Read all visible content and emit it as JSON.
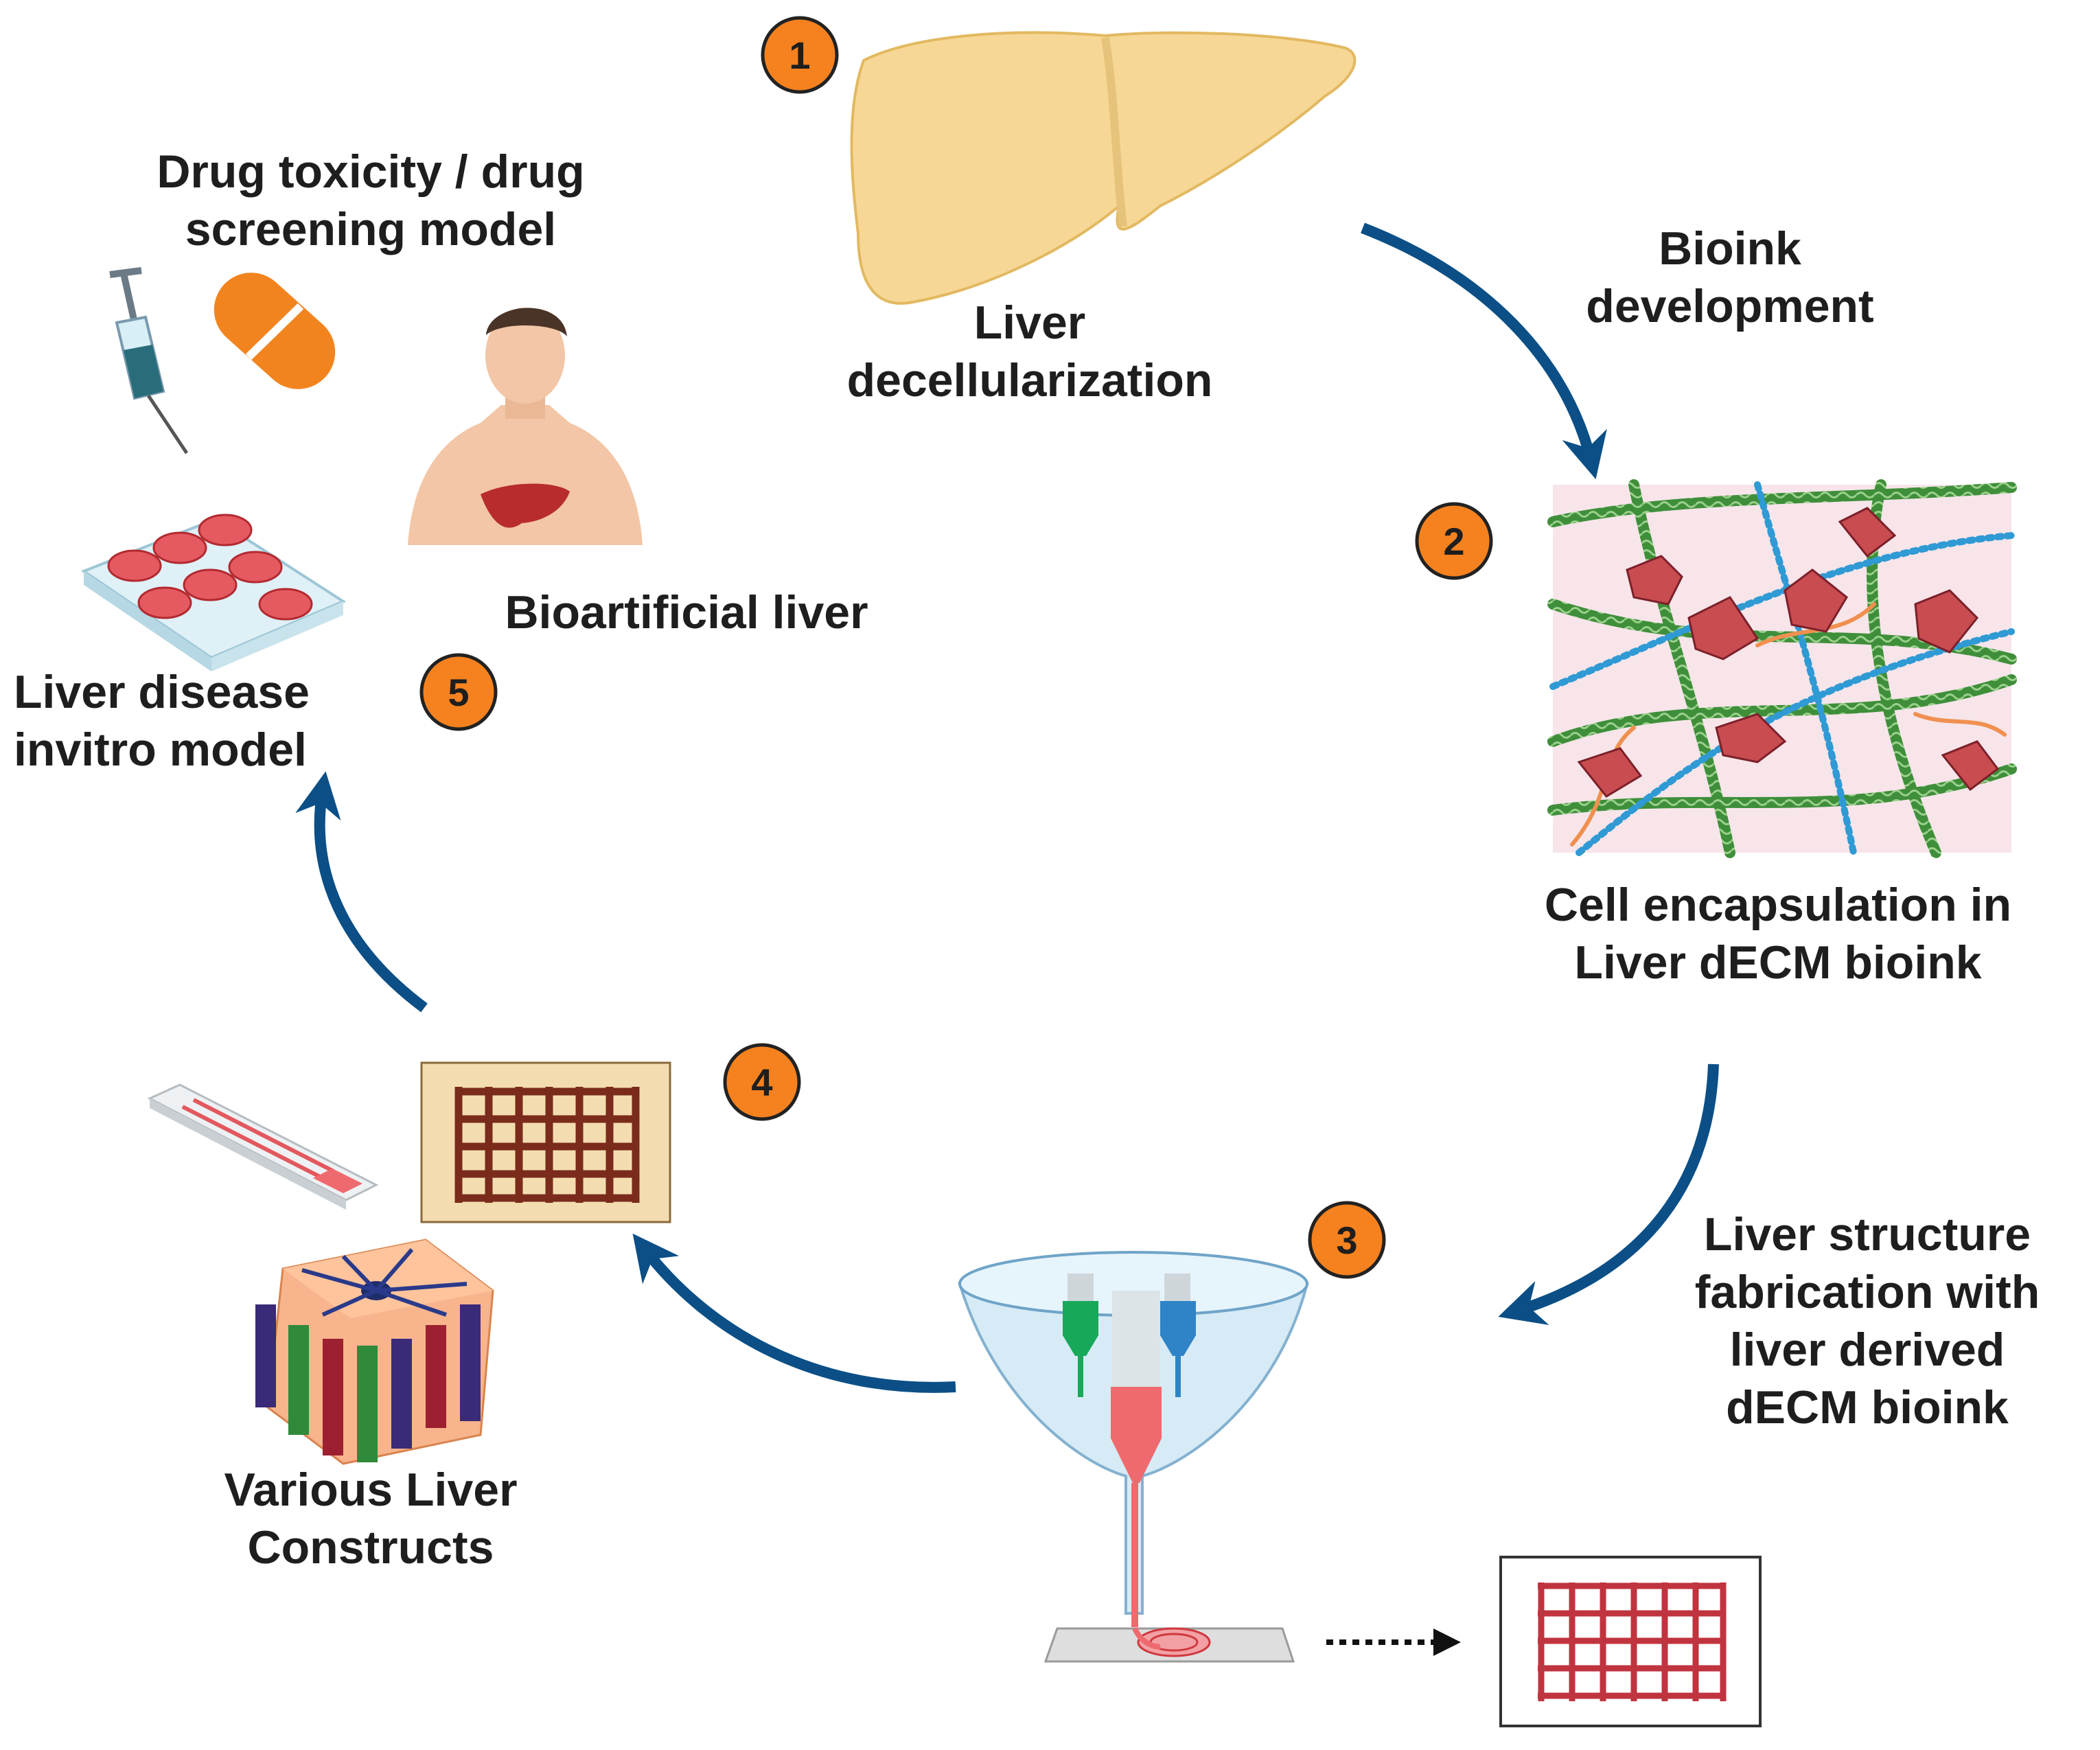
{
  "colors": {
    "arrow": "#0b4f86",
    "badge_fill": "#f5821f",
    "badge_stroke": "#222222",
    "liver_fill": "#f7d795",
    "liver_stroke": "#e2b961",
    "print_red": "#c0343f",
    "scaffold_brown": "#7a2b1c",
    "scaffold_bg": "#f3ddb0"
  },
  "steps": [
    {
      "number": "1",
      "lines": [
        "Liver",
        "decellularization"
      ]
    },
    {
      "number": "2",
      "lines": [
        "Cell encapsulation in",
        "Liver dECM bioink"
      ]
    },
    {
      "number": "3",
      "lines": [
        "Liver structure",
        "fabrication with",
        "liver derived",
        "dECM bioink"
      ]
    },
    {
      "number": "4",
      "lines": [
        "Various Liver",
        "Constructs"
      ]
    },
    {
      "number": "5",
      "lines": [
        "Liver disease",
        "invitro model"
      ]
    }
  ],
  "labels": {
    "bioink_development": [
      "Bioink",
      "development"
    ],
    "drug_screening": [
      "Drug toxicity / drug",
      "screening model"
    ],
    "bioartificial_liver": [
      "Bioartificial liver"
    ]
  },
  "icons": [
    "liver-icon",
    "ecm-cell-network-icon",
    "bioprinter-funnel-icon",
    "printed-grid-icon",
    "scaffold-grid-icon",
    "microfluidic-chip-icon",
    "lobule-construct-icon",
    "well-plate-icon",
    "human-torso-icon",
    "syringe-icon",
    "pill-icon"
  ]
}
